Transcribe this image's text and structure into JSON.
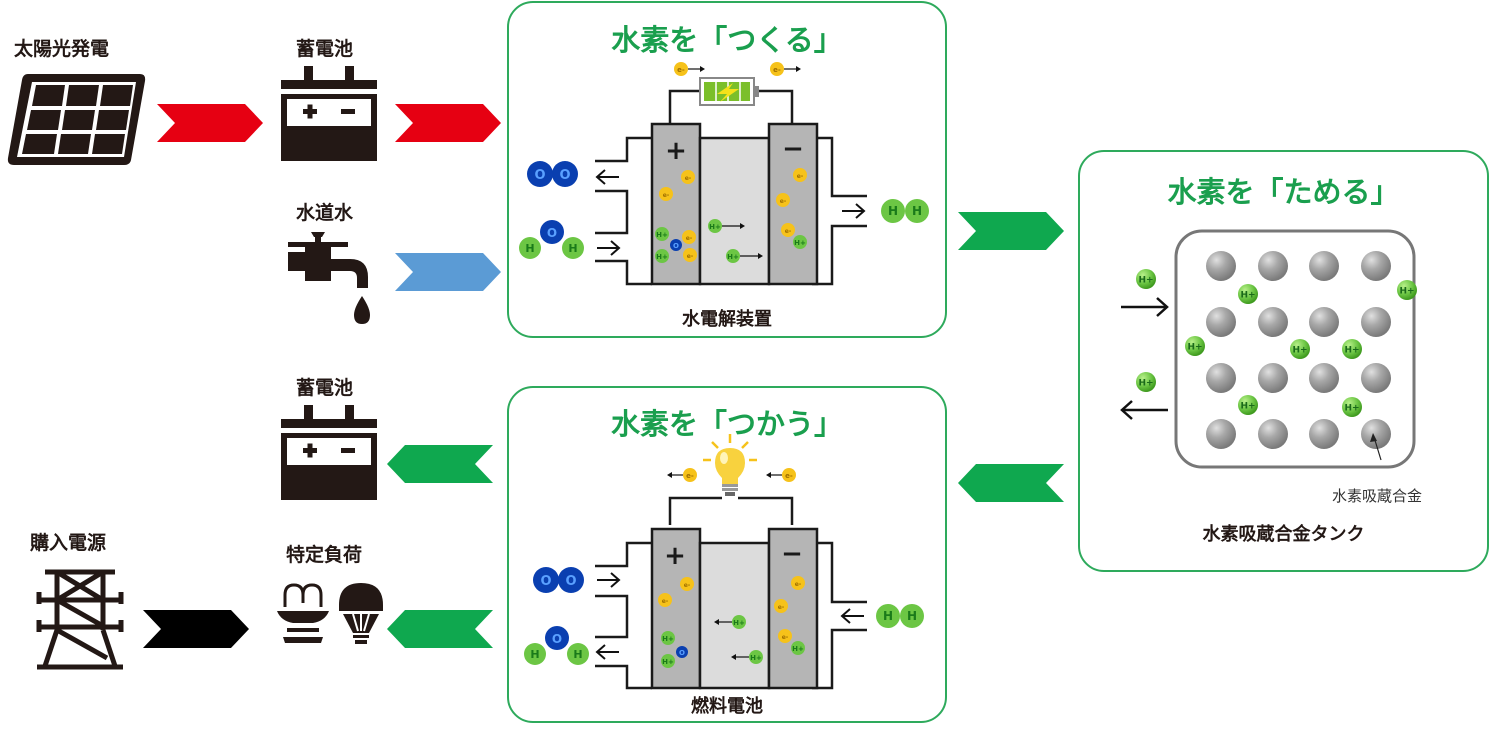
{
  "title": "Hydrogen energy system flow diagram",
  "colors": {
    "panel_border": "#2eaa5c",
    "panel_title": "#1a9f4e",
    "arrow_red": "#e60012",
    "arrow_blue": "#5b9bd5",
    "arrow_green": "#0fa84f",
    "arrow_black": "#000000",
    "icon_dark": "#231815",
    "oxygen_blue": "#0a3fb0",
    "hydrogen_green": "#6cc644",
    "electron_yellow": "#f6c21a",
    "alloy_gray": "#9a9a9a"
  },
  "sources": {
    "solar": {
      "label": "太陽光発電",
      "icon": "solar-panel-icon"
    },
    "battery_in": {
      "label": "蓄電池",
      "icon": "battery-icon"
    },
    "tap_water": {
      "label": "水道水",
      "icon": "water-faucet-icon"
    },
    "battery_out": {
      "label": "蓄電池",
      "icon": "battery-icon"
    },
    "grid_power": {
      "label": "購入電源",
      "icon": "power-tower-icon"
    },
    "specific_load": {
      "label": "特定負荷",
      "icon": "fountain-and-bulb-icon"
    }
  },
  "panels": {
    "make": {
      "title": "水素を「つくる」",
      "caption": "水電解装置",
      "plus": "+",
      "minus": "−",
      "electron": "e-",
      "proton": "H+",
      "oxygen": "O",
      "hydrogen": "H"
    },
    "store": {
      "title": "水素を「ためる」",
      "caption": "水素吸蔵合金タンク",
      "alloy_label": "水素吸蔵合金",
      "proton": "H+"
    },
    "use": {
      "title": "水素を「つかう」",
      "caption": "燃料電池",
      "plus": "+",
      "minus": "−",
      "electron": "e-",
      "proton": "H+",
      "oxygen": "O",
      "hydrogen": "H"
    }
  }
}
